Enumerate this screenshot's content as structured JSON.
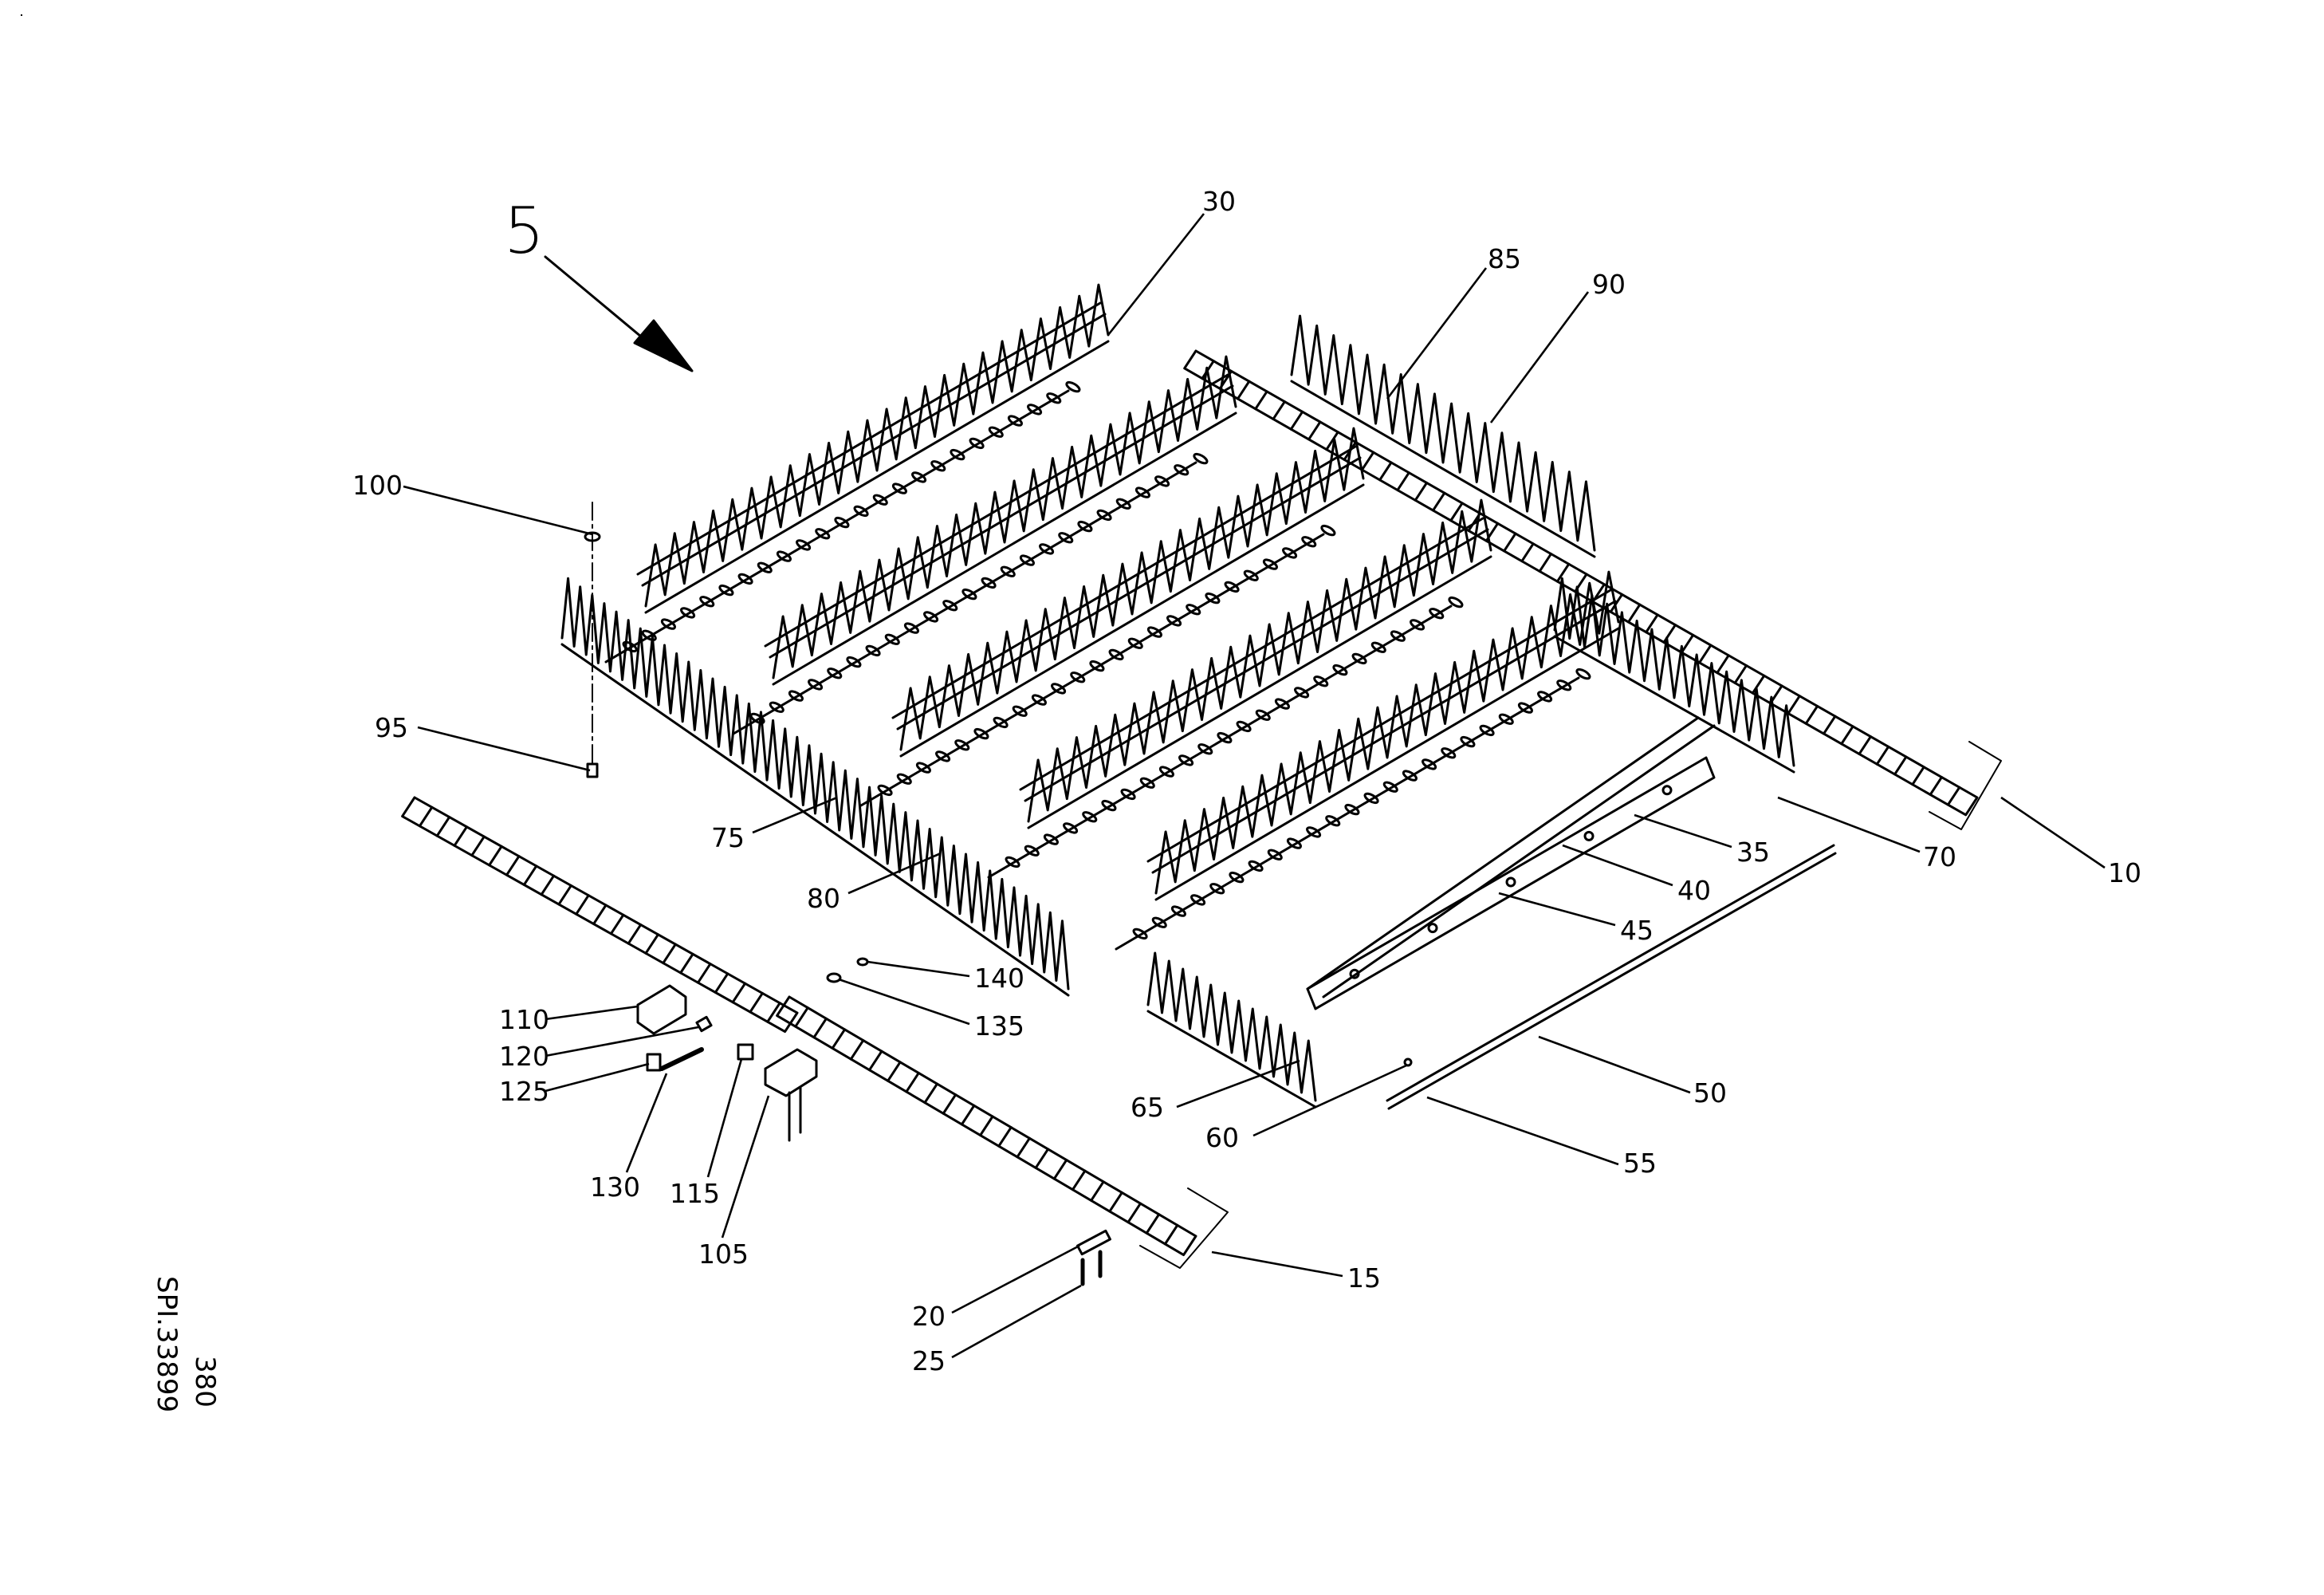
{
  "diagram": {
    "view_label": "5",
    "drawing_number": "SPI.33899",
    "page_number": "380",
    "callouts": [
      "5",
      "10",
      "15",
      "20",
      "25",
      "30",
      "35",
      "40",
      "45",
      "50",
      "55",
      "60",
      "65",
      "70",
      "75",
      "80",
      "85",
      "90",
      "95",
      "100",
      "105",
      "110",
      "115",
      "120",
      "125",
      "130",
      "135",
      "140"
    ]
  },
  "labels": {
    "c5": "5",
    "c10": "10",
    "c15": "15",
    "c20": "20",
    "c25": "25",
    "c30": "30",
    "c35": "35",
    "c40": "40",
    "c45": "45",
    "c50": "50",
    "c55": "55",
    "c60": "60",
    "c65": "65",
    "c70": "70",
    "c75": "75",
    "c80": "80",
    "c85": "85",
    "c90": "90",
    "c95": "95",
    "c100": "100",
    "c105": "105",
    "c110": "110",
    "c115": "115",
    "c120": "120",
    "c125": "125",
    "c130": "130",
    "c135": "135",
    "c140": "140"
  }
}
